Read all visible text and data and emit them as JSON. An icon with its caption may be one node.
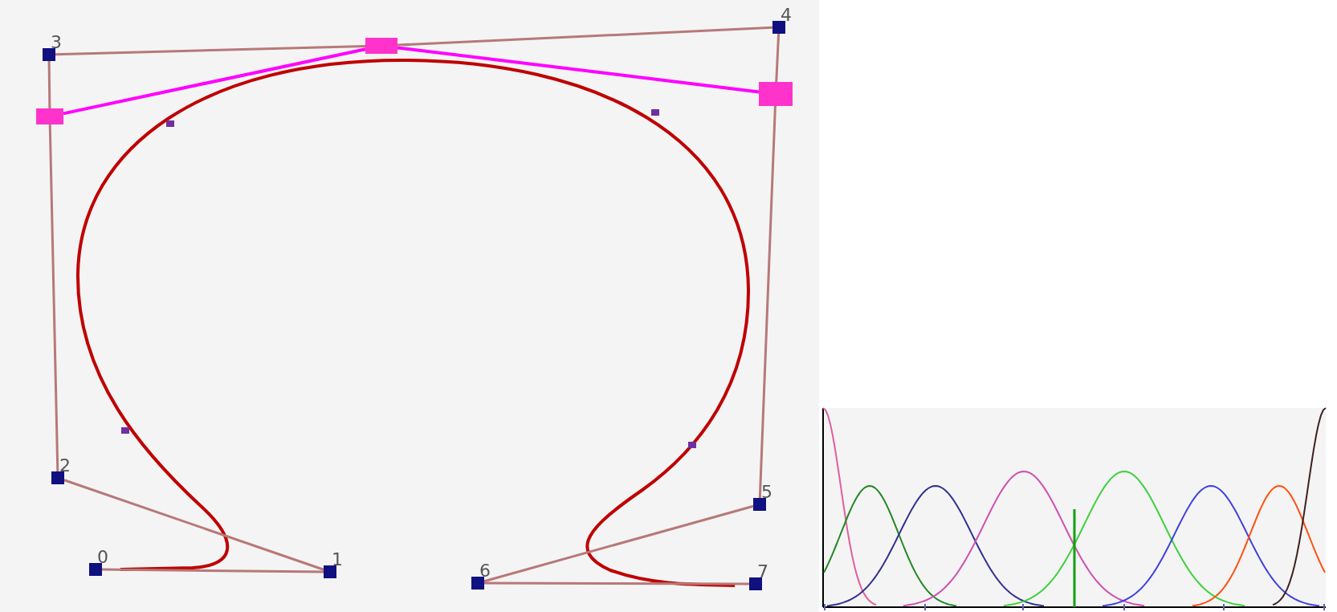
{
  "diagram": {
    "nodes": [
      {
        "text": [],
        "shape": "box",
        "beside": [
          "0"
        ]
      },
      {
        "text": [],
        "shape": "box",
        "beside": [
          "1"
        ]
      },
      {
        "text": [],
        "shape": "box",
        "beside": [
          "2"
        ]
      },
      {
        "text": [],
        "shape": "box",
        "beside": [
          "3"
        ]
      },
      {
        "text": [],
        "shape": "box",
        "beside": [
          "4"
        ]
      },
      {
        "text": [],
        "shape": "box",
        "beside": [
          "5"
        ]
      },
      {
        "text": [],
        "shape": "box",
        "beside": [
          "6"
        ]
      },
      {
        "text": [],
        "shape": "box",
        "beside": [
          "7"
        ]
      },
      {
        "text": [],
        "shape": "box"
      },
      {
        "text": [],
        "shape": "box"
      },
      {
        "text": [],
        "shape": "box"
      }
    ],
    "edges": [
      {
        "from": 0,
        "to": 1,
        "arrow": "none"
      },
      {
        "from": 1,
        "to": 2,
        "arrow": "none"
      },
      {
        "from": 2,
        "to": 8,
        "arrow": "none"
      },
      {
        "from": 8,
        "to": 3,
        "arrow": "none"
      },
      {
        "from": 3,
        "to": 9,
        "arrow": "none"
      },
      {
        "from": 9,
        "to": 4,
        "arrow": "none"
      },
      {
        "from": 4,
        "to": 10,
        "arrow": "none"
      },
      {
        "from": 10,
        "to": 5,
        "arrow": "none"
      },
      {
        "from": 5,
        "to": 6,
        "arrow": "none"
      },
      {
        "from": 6,
        "to": 7,
        "arrow": "none"
      },
      {
        "from": 8,
        "to": 9,
        "arrow": "none",
        "color": "#ff00ff"
      },
      {
        "from": 9,
        "to": 10,
        "arrow": "none",
        "color": "#ff00ff"
      }
    ]
  }
}
